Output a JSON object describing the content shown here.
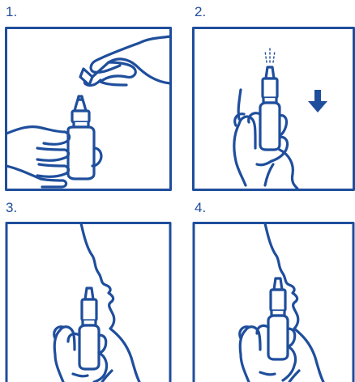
{
  "colors": {
    "stroke": "#1f4e9c",
    "fill": "#ffffff",
    "accent": "#1f4e9c"
  },
  "steps": [
    {
      "number": "1.",
      "icon": "remove-cap-illustration"
    },
    {
      "number": "2.",
      "icon": "prime-spray-illustration"
    },
    {
      "number": "3.",
      "icon": "insert-nozzle-illustration"
    },
    {
      "number": "4.",
      "icon": "spray-into-nose-illustration"
    }
  ]
}
